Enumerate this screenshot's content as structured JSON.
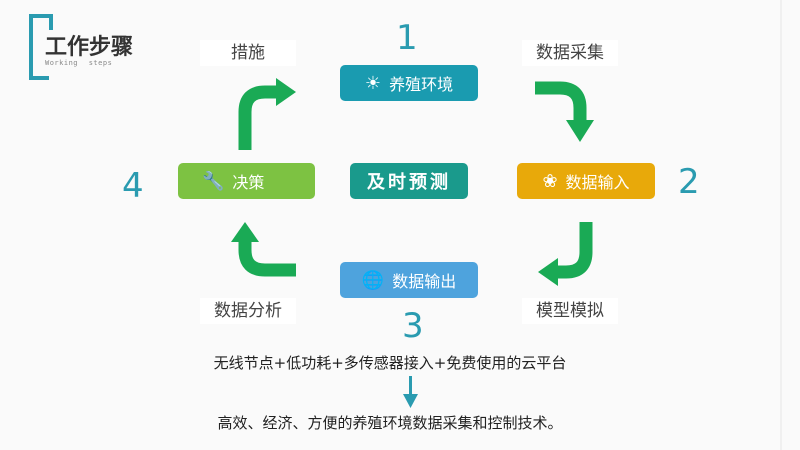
{
  "header": {
    "title": "工作步骤",
    "subtitle": "Working steps"
  },
  "steps": [
    {
      "number": "1",
      "label": "养殖环境",
      "icon": "sun-icon",
      "color": "#1a9bb0"
    },
    {
      "number": "2",
      "label": "数据输入",
      "icon": "leaf-icon",
      "color": "#e8a90a"
    },
    {
      "number": "3",
      "label": "数据输出",
      "icon": "globe-computer-icon",
      "color": "#4ea3dd"
    },
    {
      "number": "4",
      "label": "决策",
      "icon": "wrench-icon",
      "color": "#7dc242"
    }
  ],
  "center": {
    "label": "及时预测",
    "color": "#1a9a8c"
  },
  "transitions": {
    "top_left": "措施",
    "top_right": "数据采集",
    "bottom_right": "模型模拟",
    "bottom_left": "数据分析"
  },
  "summary": {
    "line1": "无线节点+低功耗+多传感器接入+免费使用的云平台",
    "line2": "高效、经济、方便的养殖环境数据采集和控制技术。"
  },
  "arrow_color": "#1aaa55"
}
